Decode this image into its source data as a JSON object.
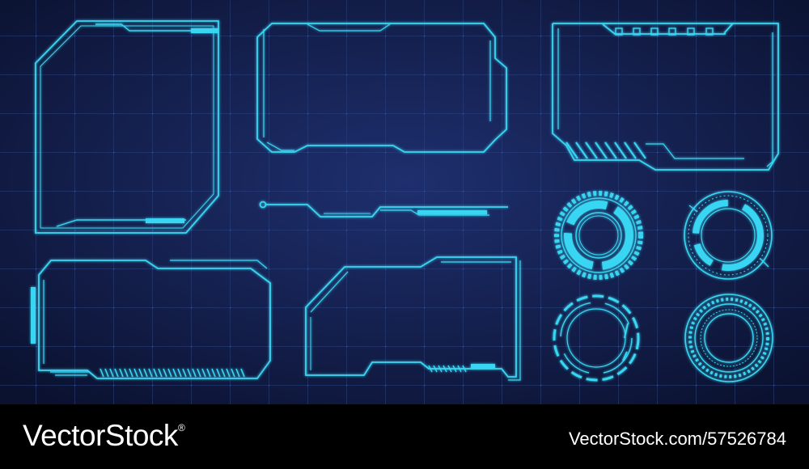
{
  "footer": {
    "brand": "VectorStock",
    "registered": "®",
    "image_id": "VectorStock.com/57526784"
  },
  "colors": {
    "background_center": "#1e2f6e",
    "background_edge": "#0b1230",
    "grid_line": "#2d4382",
    "neon": "#38d6f2",
    "neon_soft": "#1fa9c9",
    "footer_bg": "#000000",
    "footer_text": "#ffffff"
  },
  "elements": {
    "frames": [
      "hud-frame",
      "hud-frame",
      "hud-frame",
      "hud-frame",
      "hud-frame",
      "hud-divider"
    ],
    "rings": [
      "gear-ring",
      "segmented-ring",
      "dashed-ring",
      "double-ring"
    ]
  }
}
